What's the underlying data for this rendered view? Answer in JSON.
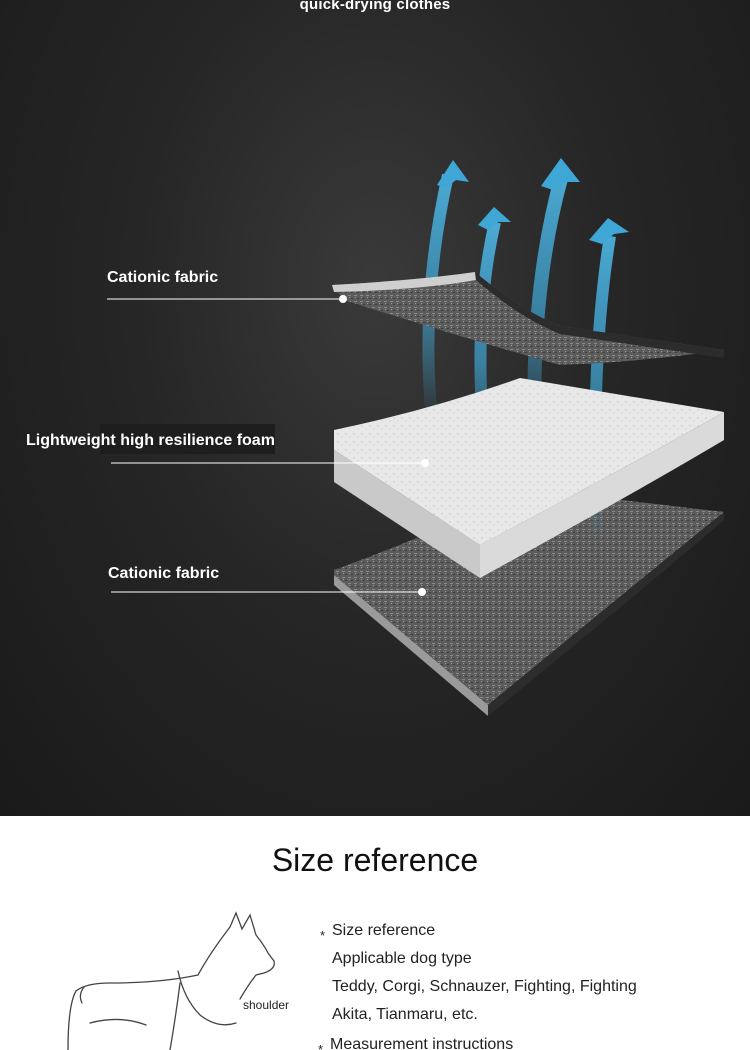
{
  "top_caption": "quick-drying clothes",
  "layers": {
    "top_label": "Cationic fabric",
    "middle_label": "Lightweight high resilience foam",
    "bottom_label": "Cationic fabric"
  },
  "size_section": {
    "title": "Size reference",
    "lines": [
      "Size reference",
      "Applicable dog type",
      "Teddy, Corgi, Schnauzer, Fighting, Fighting",
      "Akita, Tianmaru, etc.",
      "Measurement instructions"
    ],
    "star_symbol": "*",
    "shoulder_label": "shoulder"
  },
  "colors": {
    "arrow": "#3fa7d6",
    "dark_bg": "#262626",
    "foam": "#e6e6e6",
    "fabric": "#5a5a5a"
  },
  "icons": {
    "arrows": "airflow-arrow-icon",
    "dog": "dog-outline-illustration"
  }
}
